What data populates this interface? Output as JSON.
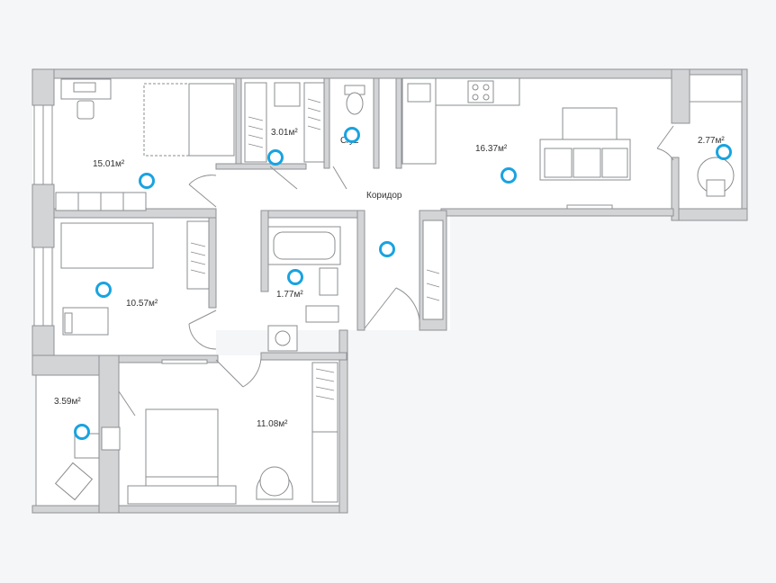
{
  "rooms": {
    "bedroom_1": {
      "area": "15.01м²"
    },
    "wardrobe": {
      "area": "3.01м²"
    },
    "wc": {
      "label": "С/у2"
    },
    "kitchen_living": {
      "area": "16.37м²"
    },
    "loggia_right": {
      "area": "2.77м²"
    },
    "corridor": {
      "label": "Коридор"
    },
    "bedroom_2": {
      "area": "10.57м²"
    },
    "bathroom": {
      "area": "1.77м²"
    },
    "loggia_left": {
      "area": "3.59м²"
    },
    "bedroom_3": {
      "area": "11.08м²"
    }
  },
  "colors": {
    "wall": "#d3d4d6",
    "wall_stroke": "#8f9194",
    "floor": "#ffffff",
    "furniture": "#8a8c8f",
    "hotspot": "#19a3e0"
  }
}
